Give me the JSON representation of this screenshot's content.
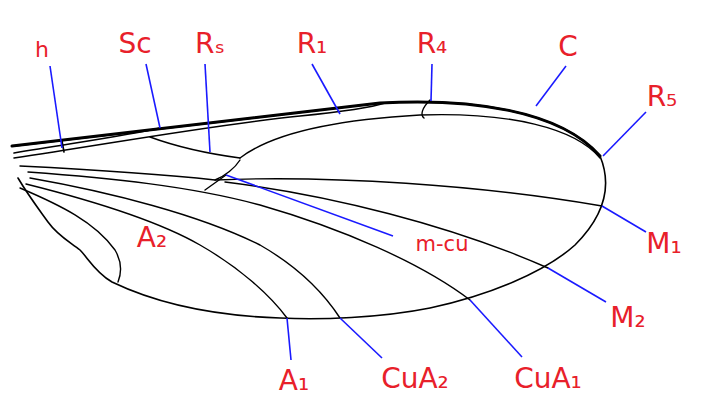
{
  "diagram": {
    "labels": [
      "h",
      "Sc",
      "Rₛ",
      "R₁",
      "R₄",
      "C",
      "R₅",
      "m-cu",
      "M₁",
      "M₂",
      "CuA₁",
      "CuA₂",
      "A₁",
      "A₂"
    ]
  }
}
